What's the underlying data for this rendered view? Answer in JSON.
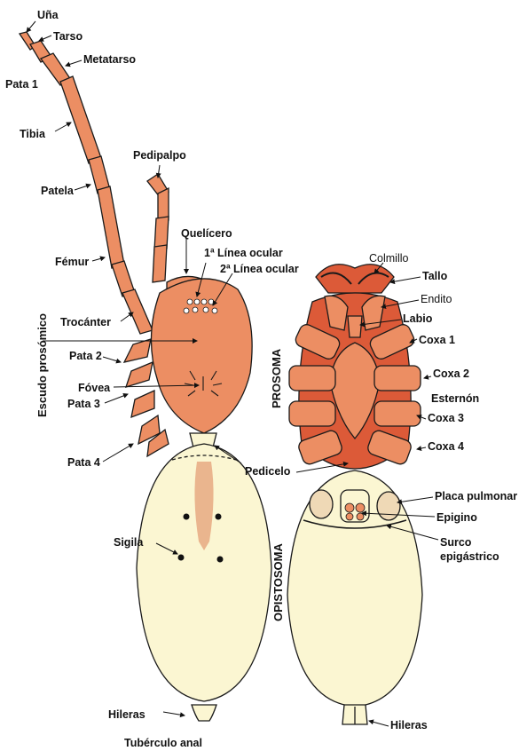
{
  "labels": {
    "una": "Uña",
    "tarso": "Tarso",
    "metatarso": "Metatarso",
    "pata1": "Pata 1",
    "tibia": "Tibia",
    "pedipalpo": "Pedipalpo",
    "patela": "Patela",
    "quelicero": "Quelícero",
    "linea_ocular_1": "1ª Línea ocular",
    "linea_ocular_2": "2ª Línea ocular",
    "femur": "Fémur",
    "trocanter": "Trocánter",
    "pata2": "Pata 2",
    "fovea": "Fóvea",
    "pata3": "Pata 3",
    "pata4": "Pata 4",
    "pedicelo": "Pedicelo",
    "sigila": "Sigila",
    "hileras_left": "Hileras",
    "tuberculo_anal": "Tubérculo anal",
    "colmillo": "Colmillo",
    "tallo": "Tallo",
    "endito": "Endito",
    "labio": "Labio",
    "coxa1": "Coxa 1",
    "coxa2": "Coxa 2",
    "esternon": "Esternón",
    "coxa3": "Coxa 3",
    "coxa4": "Coxa 4",
    "placa_pulmonar": "Placa pulmonar",
    "epigino": "Epigino",
    "surco_1": "Surco",
    "surco_2": "epigástrico",
    "hileras_right": "Hileras",
    "escudo_prosomico": "Escudo prosómico",
    "prosoma": "PROSOMA",
    "opistosoma": "OPISTOSOMA"
  },
  "colors": {
    "cephalothorax": "#ec8e63",
    "sternum_dark": "#dc5a38",
    "abdomen": "#fbf6d2",
    "outline": "#1a1a1a",
    "stripe": "#eab58e"
  }
}
